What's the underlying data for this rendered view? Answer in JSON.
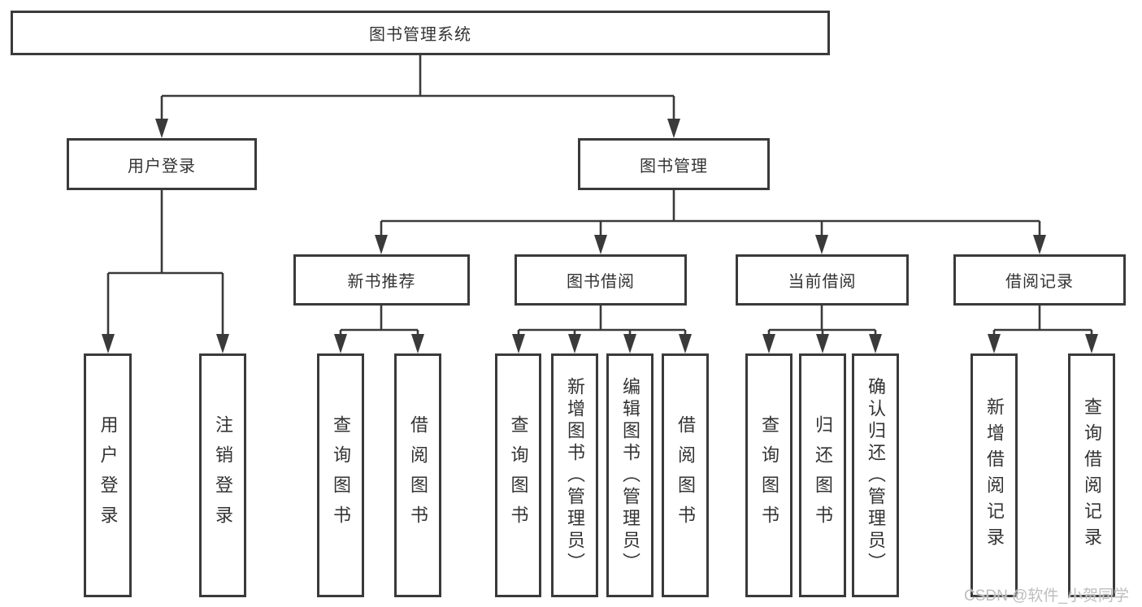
{
  "tree": {
    "label": "图书管理系统",
    "children": [
      {
        "label": "用户登录",
        "children": [
          {
            "label": "用户登录"
          },
          {
            "label": "注销登录"
          }
        ]
      },
      {
        "label": "图书管理",
        "children": [
          {
            "label": "新书推荐",
            "children": [
              {
                "label": "查询图书"
              },
              {
                "label": "借阅图书"
              }
            ]
          },
          {
            "label": "图书借阅",
            "children": [
              {
                "label": "查询图书"
              },
              {
                "label": "新增图书（管理员）"
              },
              {
                "label": "编辑图书（管理员）"
              },
              {
                "label": "借阅图书"
              }
            ]
          },
          {
            "label": "当前借阅",
            "children": [
              {
                "label": "查询图书"
              },
              {
                "label": "归还图书"
              },
              {
                "label": "确认归还（管理员）"
              }
            ]
          },
          {
            "label": "借阅记录",
            "children": [
              {
                "label": "新增借阅记录"
              },
              {
                "label": "查询借阅记录"
              }
            ]
          }
        ]
      }
    ]
  },
  "watermark": {
    "text": "CSDN @软件_小贺同学"
  },
  "colors": {
    "line": "#3a3a3a",
    "text": "#333333",
    "background": "#ffffff",
    "watermark": "#bdbdbd"
  }
}
